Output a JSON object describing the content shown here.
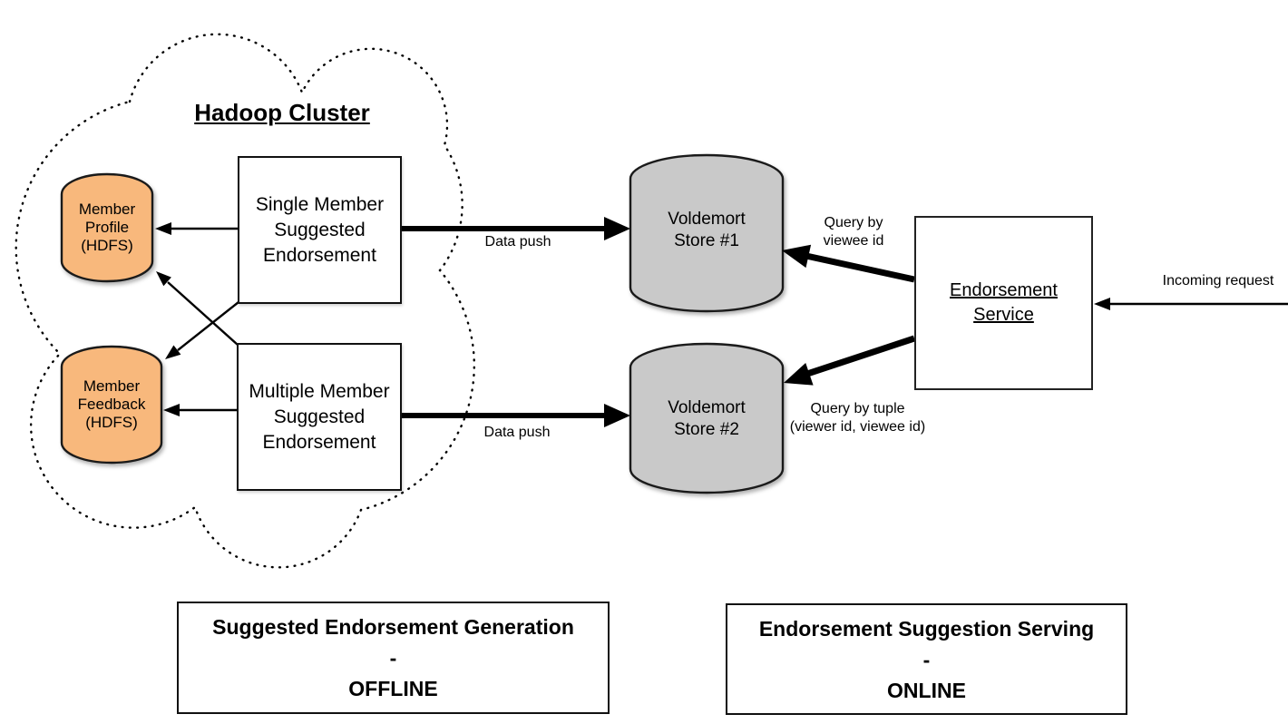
{
  "title": "Hadoop Cluster",
  "nodes": {
    "member_profile": {
      "lines": [
        "Member",
        "Profile",
        "(HDFS)"
      ]
    },
    "member_feedback": {
      "lines": [
        "Member",
        "Feedback",
        "(HDFS)"
      ]
    },
    "single_member": {
      "lines": [
        "Single Member",
        "Suggested",
        "Endorsement"
      ]
    },
    "multiple_member": {
      "lines": [
        "Multiple Member",
        "Suggested",
        "Endorsement"
      ]
    },
    "voldemort1": {
      "lines": [
        "Voldemort",
        "Store #1"
      ]
    },
    "voldemort2": {
      "lines": [
        "Voldemort",
        "Store #2"
      ]
    },
    "endorsement_service": {
      "lines": [
        "Endorsement",
        "Service"
      ]
    }
  },
  "labels": {
    "data_push_1": "Data push",
    "data_push_2": "Data push",
    "query_viewee": {
      "lines": [
        "Query by",
        "viewee id"
      ]
    },
    "query_tuple": {
      "lines": [
        "Query by tuple",
        "(viewer id, viewee id)"
      ]
    },
    "incoming_request": "Incoming request"
  },
  "sections": {
    "offline": {
      "lines": [
        "Suggested Endorsement Generation",
        "-",
        "OFFLINE"
      ]
    },
    "online": {
      "lines": [
        "Endorsement Suggestion Serving",
        "-",
        "ONLINE"
      ]
    }
  },
  "colors": {
    "hdfs_fill": "#F8B87C",
    "store_fill": "#C9C9C9",
    "stroke": "#000000",
    "background": "#FFFFFF"
  }
}
